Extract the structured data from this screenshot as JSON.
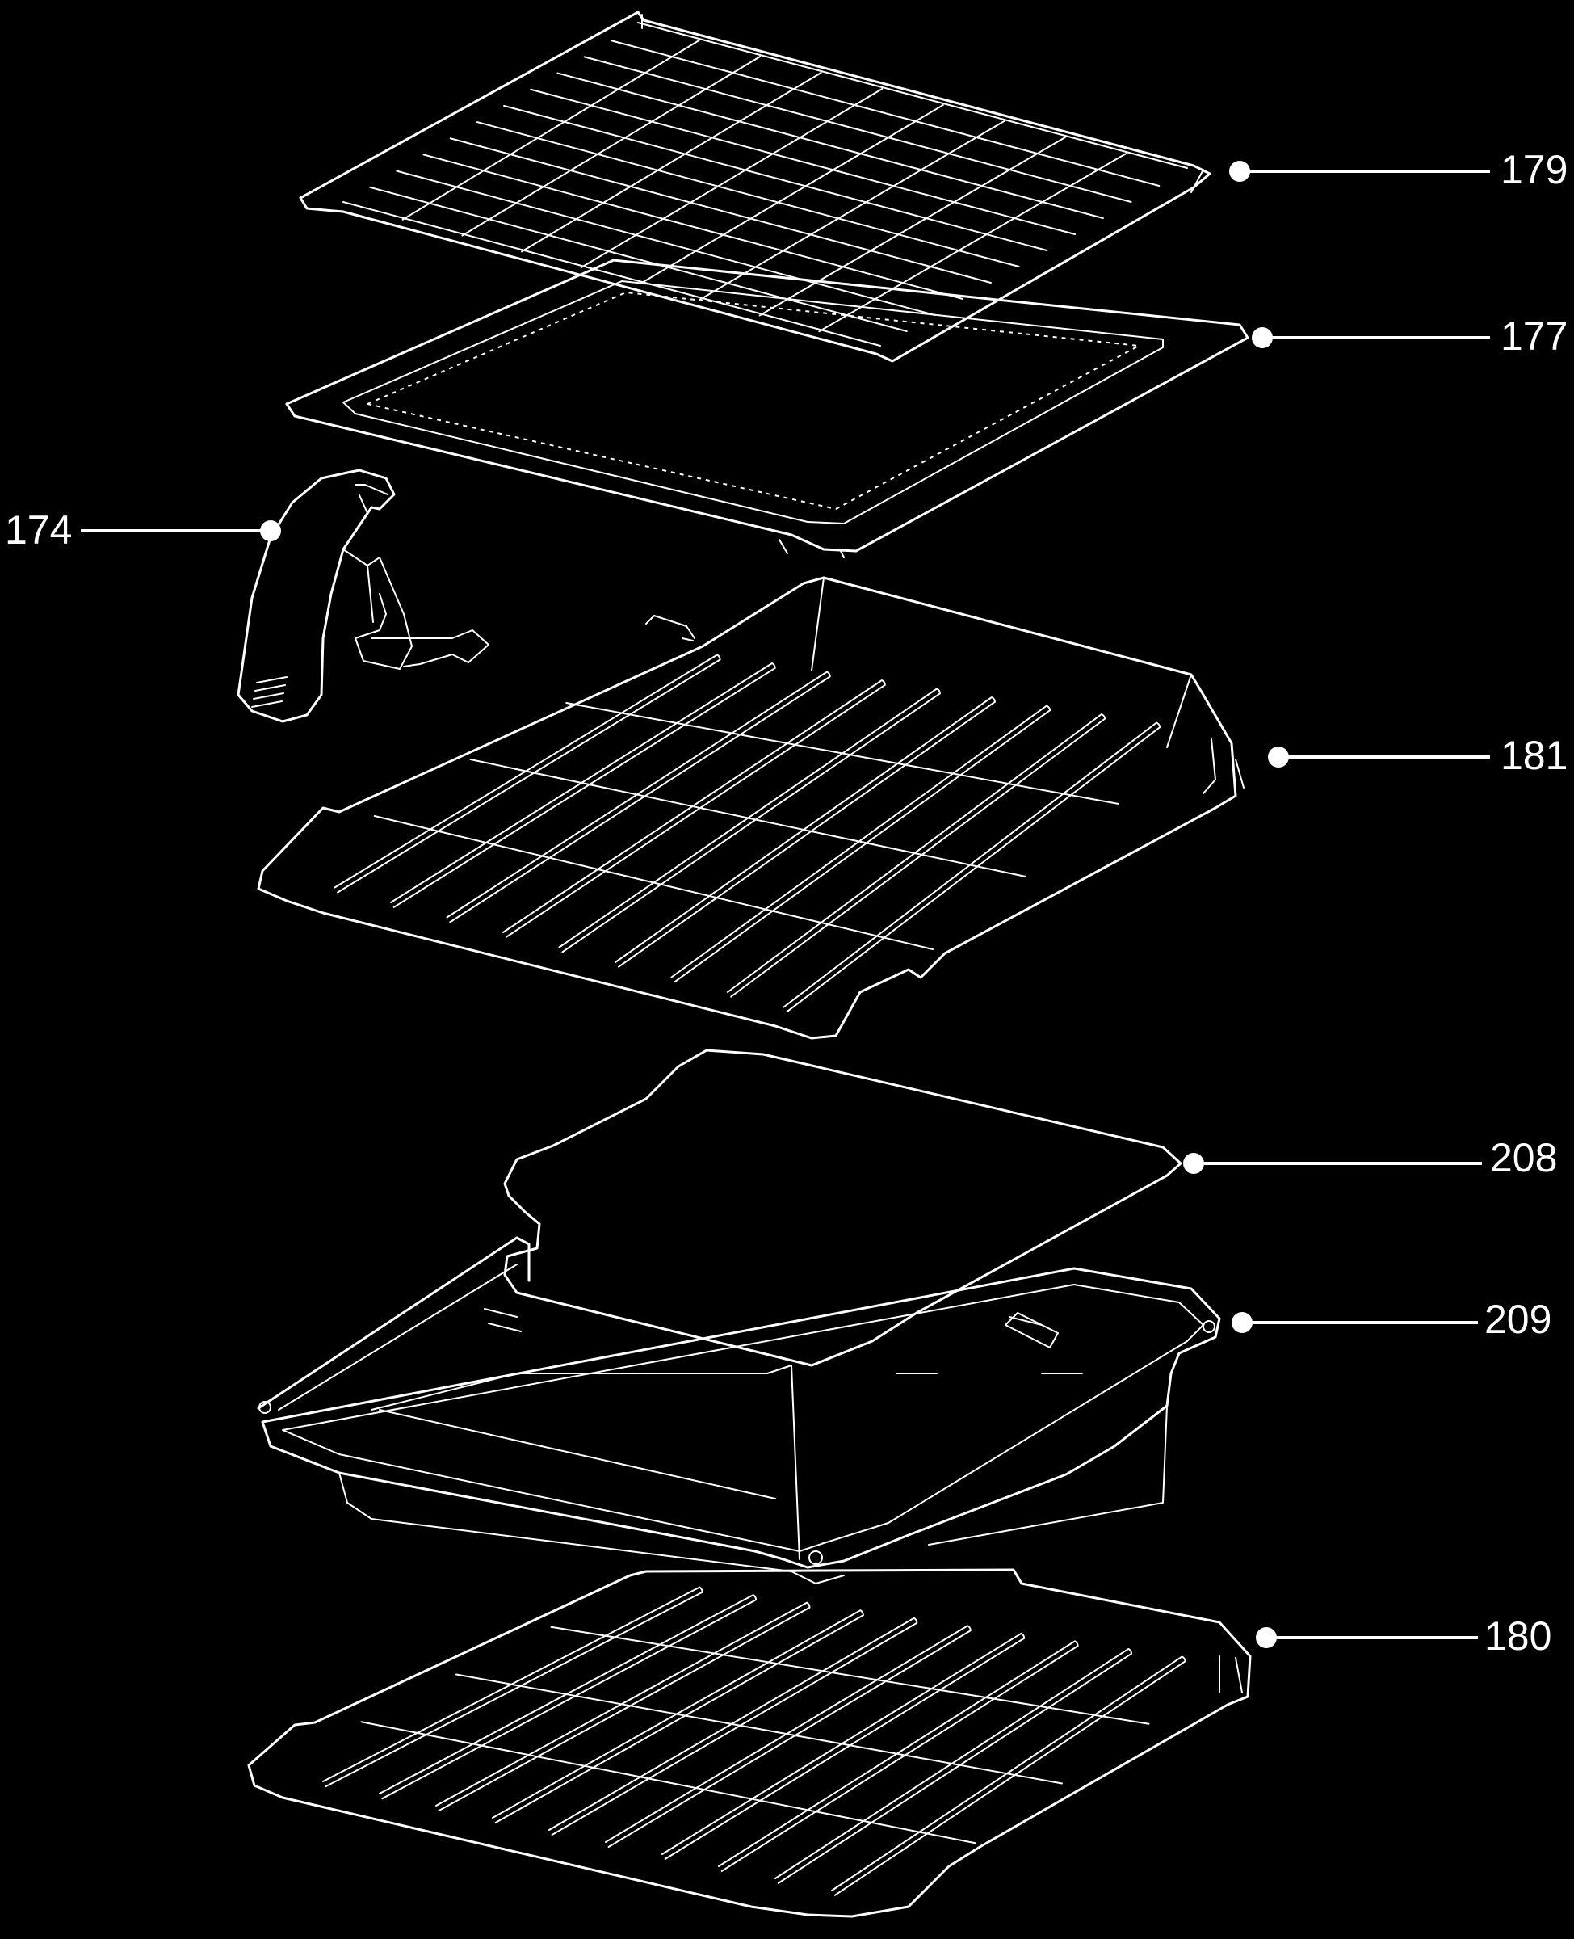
{
  "callouts": [
    {
      "id": "179",
      "label": "179"
    },
    {
      "id": "177",
      "label": "177"
    },
    {
      "id": "174",
      "label": "174"
    },
    {
      "id": "181",
      "label": "181"
    },
    {
      "id": "208",
      "label": "208"
    },
    {
      "id": "209",
      "label": "209"
    },
    {
      "id": "180",
      "label": "180"
    }
  ]
}
